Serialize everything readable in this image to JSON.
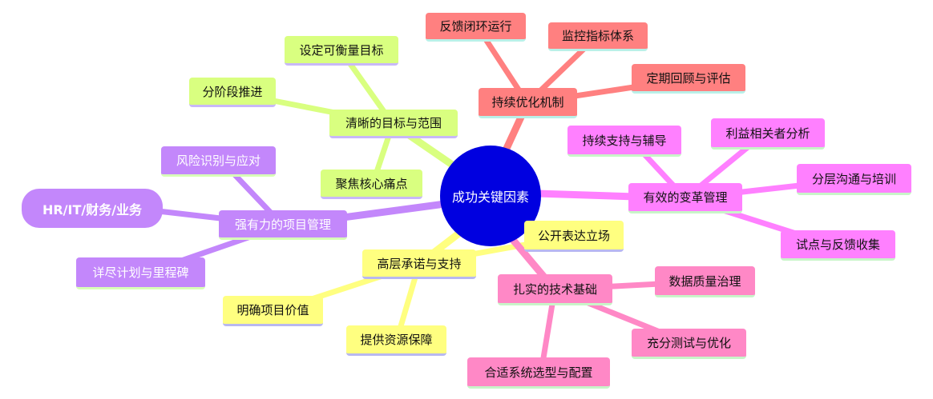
{
  "center": "成功关键因素",
  "colors": {
    "center": "#0000e0",
    "red": "#ff8080",
    "green": "#d9ff80",
    "purple": "#c387fb",
    "yellow": "#ffff80",
    "magenta": "#ff80ff",
    "pink": "#ff88c6"
  },
  "branches": {
    "optimize": {
      "label": "持续优化机制",
      "children": [
        "反馈闭环运行",
        "监控指标体系",
        "定期回顾与评估"
      ]
    },
    "goals": {
      "label": "清晰的目标与范围",
      "children": [
        "设定可衡量目标",
        "分阶段推进",
        "聚焦核心痛点"
      ]
    },
    "pm": {
      "label": "强有力的项目管理",
      "children": [
        "风险识别与应对",
        "HR/IT/财务/业务",
        "详尽计划与里程碑"
      ]
    },
    "leadership": {
      "label": "高层承诺与支持",
      "children": [
        "公开表达立场",
        "明确项目价值",
        "提供资源保障"
      ]
    },
    "change": {
      "label": "有效的变革管理",
      "children": [
        "持续支持与辅导",
        "利益相关者分析",
        "分层沟通与培训",
        "试点与反馈收集"
      ]
    },
    "tech": {
      "label": "扎实的技术基础",
      "children": [
        "数据质量治理",
        "充分测试与优化",
        "合适系统选型与配置"
      ]
    }
  }
}
